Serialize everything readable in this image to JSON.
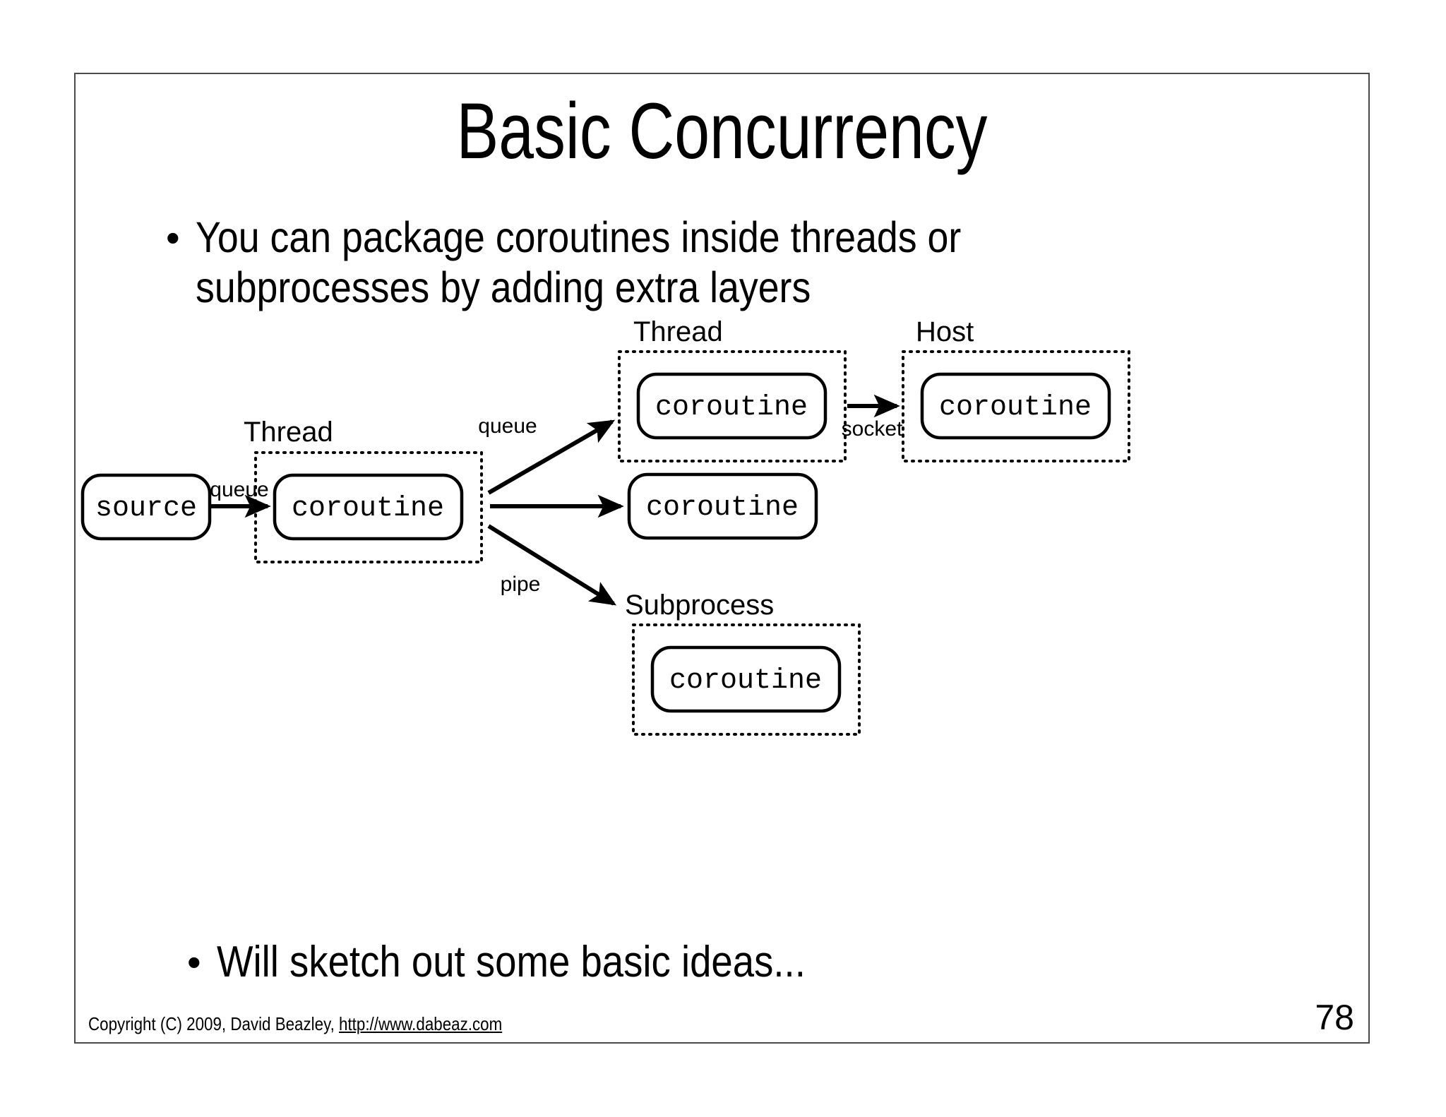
{
  "slide": {
    "title": "Basic Concurrency",
    "page_number": "78",
    "footer": {
      "copyright": "Copyright (C) 2009,  David Beazley, ",
      "url": "http://www.dabeaz.com"
    },
    "bullets": [
      {
        "marker": "•",
        "text": "You can package coroutines inside threads or\nsubprocesses by adding extra layers"
      },
      {
        "marker": "•",
        "text": "Will sketch out some basic ideas..."
      }
    ]
  },
  "diagram": {
    "nodes": {
      "source": "source",
      "thread_left_coroutine": "coroutine",
      "thread_top_coroutine": "coroutine",
      "host_coroutine": "coroutine",
      "middle_coroutine": "coroutine",
      "subprocess_coroutine": "coroutine"
    },
    "groups": {
      "thread_left": "Thread",
      "thread_top": "Thread",
      "host": "Host",
      "subprocess": "Subprocess"
    },
    "edges": [
      {
        "id": "source-to-thread",
        "label": "queue"
      },
      {
        "id": "thread-to-thread-top",
        "label": "queue"
      },
      {
        "id": "thread-to-middle",
        "label": ""
      },
      {
        "id": "thread-to-subprocess",
        "label": "pipe"
      },
      {
        "id": "thread-top-to-host",
        "label": "socket"
      }
    ]
  },
  "colors": {
    "ink": "#000000",
    "frame": "#4a4a4a",
    "background": "#ffffff"
  }
}
